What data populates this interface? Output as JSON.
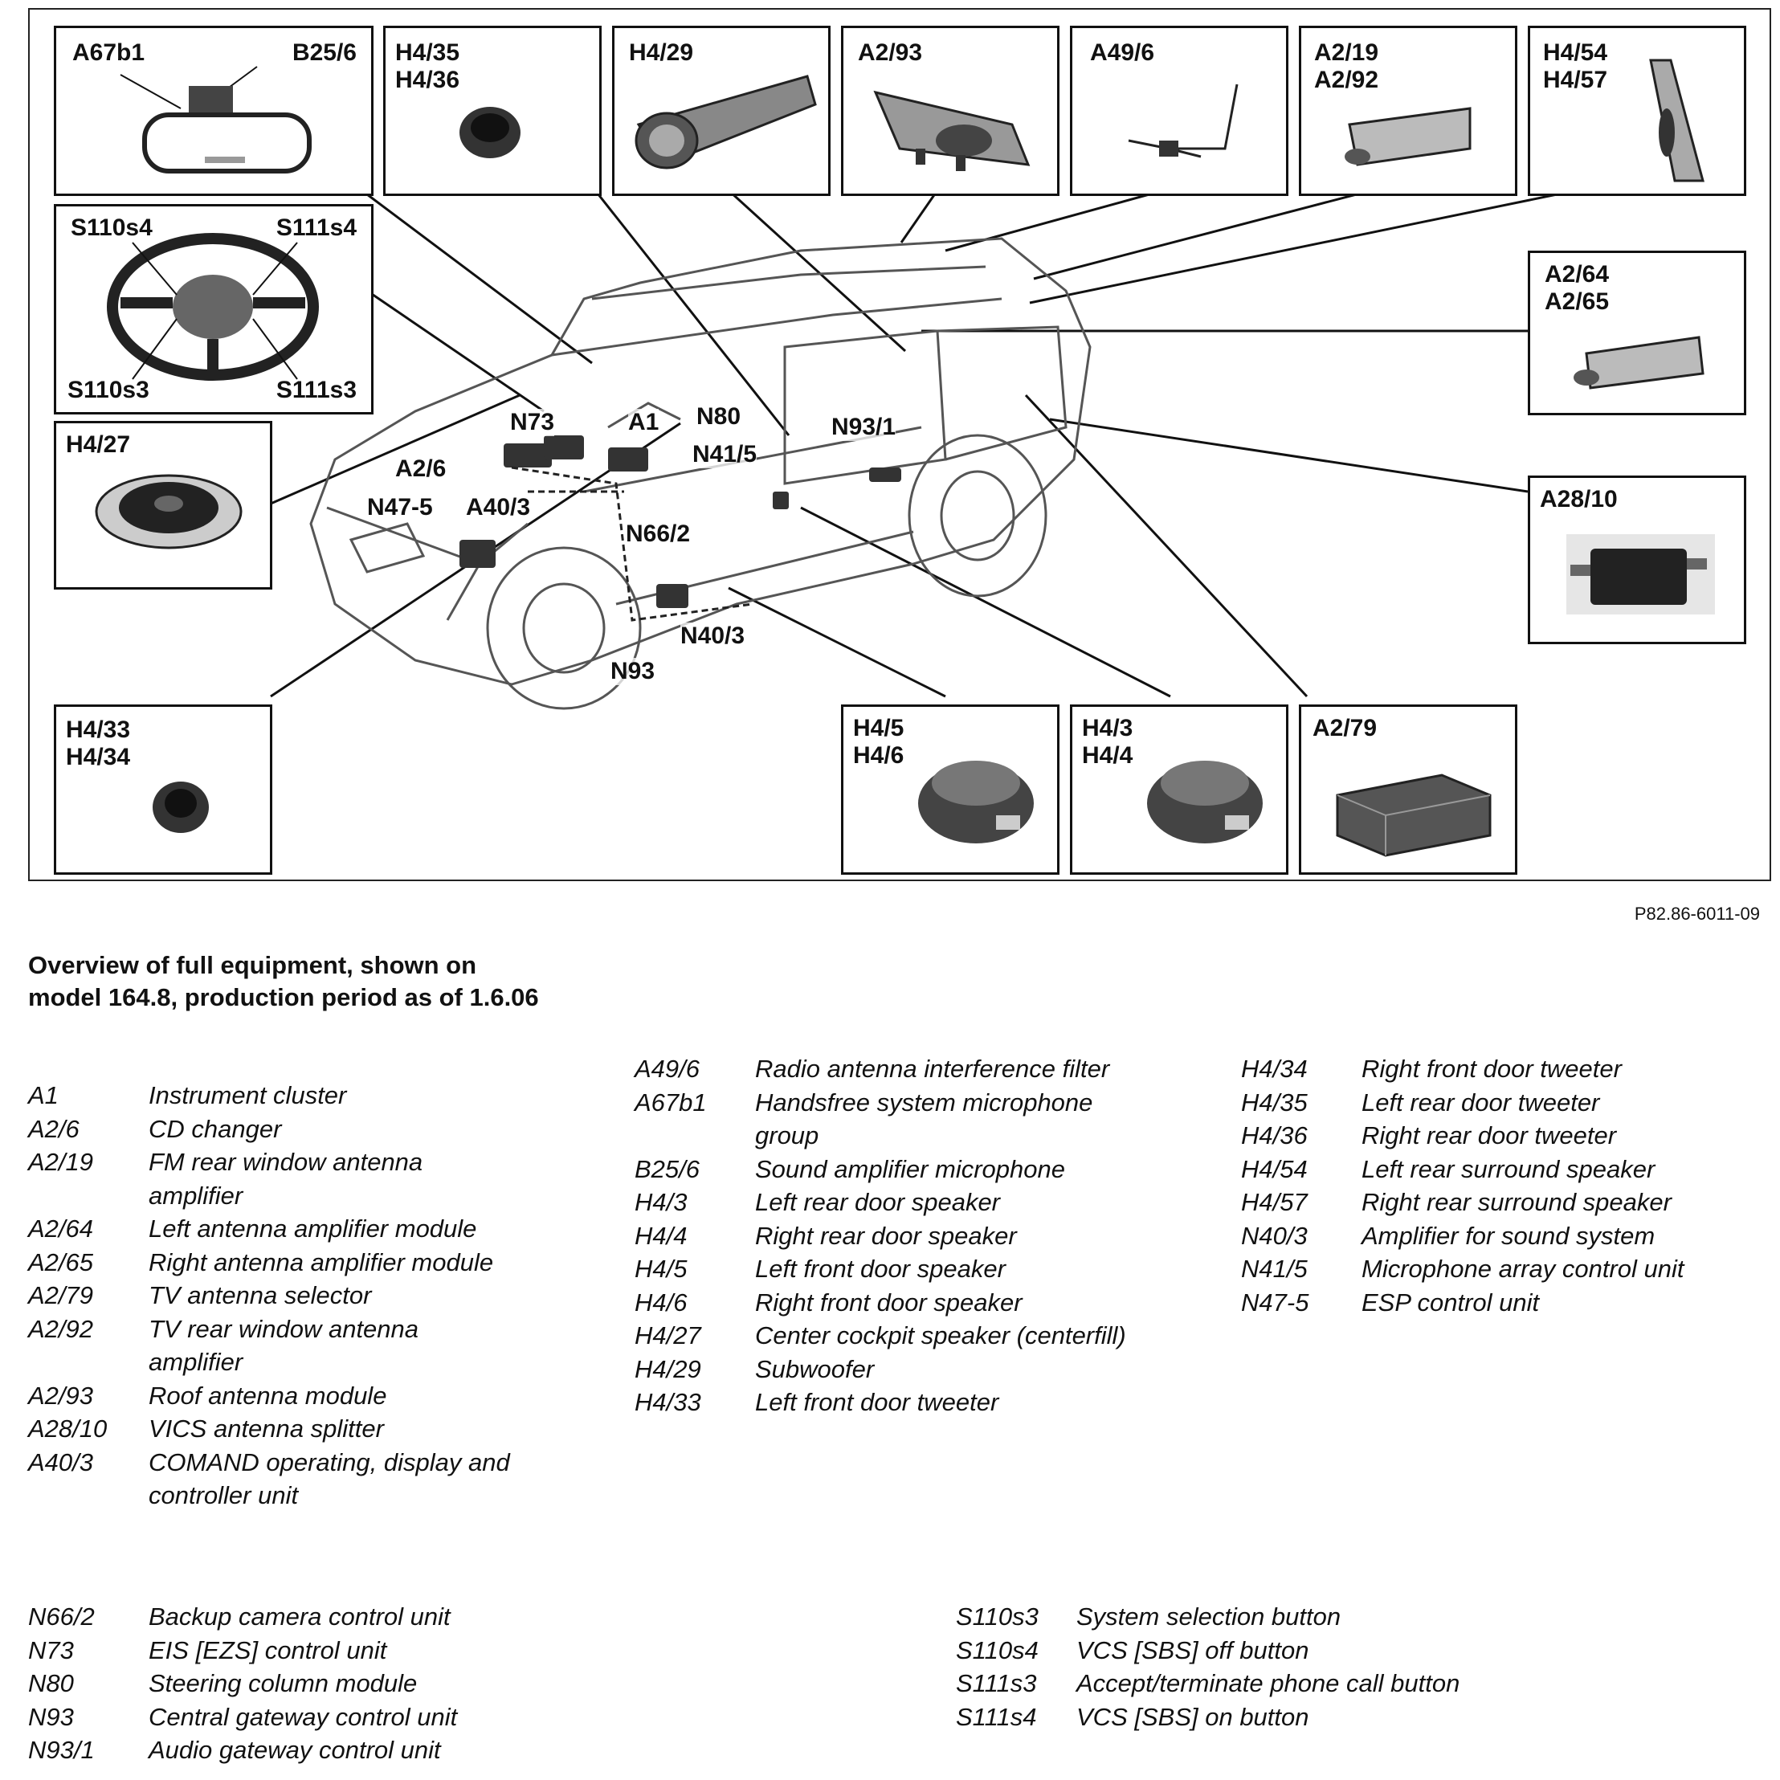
{
  "figure_id": "P82.86-6011-09",
  "caption": "Overview of full equipment, shown on model 164.8, production period as of 1.6.06",
  "callouts": {
    "mirror": {
      "left": "A67b1",
      "right": "B25/6"
    },
    "tweeter_rear": "H4/35\nH4/36",
    "subwoofer": "H4/29",
    "roof_antenna": "A2/93",
    "filter": "A49/6",
    "rear_window_amp": "A2/19\nA2/92",
    "surround": "H4/54\nH4/57",
    "steering": {
      "tl": "S110s4",
      "tr": "S111s4",
      "bl": "S110s3",
      "br": "S111s3"
    },
    "centerfill": "H4/27",
    "antenna_module": "A2/64\nA2/65",
    "vics": "A28/10",
    "tweeter_front": "H4/33\nH4/34",
    "front_speaker": "H4/5\nH4/6",
    "rear_speaker": "H4/3\nH4/4",
    "tv_selector": "A2/79"
  },
  "vehicle_labels": {
    "n73": "N73",
    "a1": "A1",
    "n80": "N80",
    "a2_6": "A2/6",
    "n47_5": "N47-5",
    "a40_3": "A40/3",
    "n41_5": "N41/5",
    "n93_1": "N93/1",
    "n66_2": "N66/2",
    "n40_3": "N40/3",
    "n93": "N93"
  },
  "legend_col1": [
    {
      "code": "A1",
      "desc": "Instrument cluster"
    },
    {
      "code": "A2/6",
      "desc": "CD changer"
    },
    {
      "code": "A2/19",
      "desc": "FM rear window antenna\namplifier"
    },
    {
      "code": "A2/64",
      "desc": "Left antenna amplifier module"
    },
    {
      "code": "A2/65",
      "desc": "Right antenna amplifier module"
    },
    {
      "code": "A2/79",
      "desc": "TV antenna selector"
    },
    {
      "code": "A2/92",
      "desc": "TV rear window antenna\namplifier"
    },
    {
      "code": "A2/93",
      "desc": "Roof antenna module"
    },
    {
      "code": "A28/10",
      "desc": "VICS antenna splitter"
    },
    {
      "code": "A40/3",
      "desc": "COMAND operating, display and\ncontroller unit"
    }
  ],
  "legend_col2": [
    {
      "code": "A49/6",
      "desc": "Radio antenna interference filter"
    },
    {
      "code": "A67b1",
      "desc": "Handsfree system microphone\ngroup"
    },
    {
      "code": "B25/6",
      "desc": "Sound amplifier microphone"
    },
    {
      "code": "H4/3",
      "desc": "Left rear door speaker"
    },
    {
      "code": "H4/4",
      "desc": "Right rear door speaker"
    },
    {
      "code": "H4/5",
      "desc": "Left front door speaker"
    },
    {
      "code": "H4/6",
      "desc": "Right front door speaker"
    },
    {
      "code": "H4/27",
      "desc": "Center cockpit speaker (centerfill)"
    },
    {
      "code": "H4/29",
      "desc": "Subwoofer"
    },
    {
      "code": "H4/33",
      "desc": "Left front door tweeter"
    }
  ],
  "legend_col3": [
    {
      "code": "H4/34",
      "desc": "Right front door tweeter"
    },
    {
      "code": "H4/35",
      "desc": "Left rear door tweeter"
    },
    {
      "code": "H4/36",
      "desc": "Right rear door tweeter"
    },
    {
      "code": "H4/54",
      "desc": "Left rear surround speaker"
    },
    {
      "code": "H4/57",
      "desc": "Right rear surround speaker"
    },
    {
      "code": "N40/3",
      "desc": "Amplifier for sound system"
    },
    {
      "code": "N41/5",
      "desc": "Microphone array control unit"
    },
    {
      "code": "N47-5",
      "desc": "ESP control unit"
    }
  ],
  "legend_col4": [
    {
      "code": "N66/2",
      "desc": "Backup camera control unit"
    },
    {
      "code": "N73",
      "desc": "EIS [EZS] control unit"
    },
    {
      "code": "N80",
      "desc": "Steering column module"
    },
    {
      "code": "N93",
      "desc": "Central gateway control unit"
    },
    {
      "code": "N93/1",
      "desc": "Audio gateway control unit"
    }
  ],
  "legend_col5": [
    {
      "code": "S110s3",
      "desc": "System selection button"
    },
    {
      "code": "S110s4",
      "desc": "VCS [SBS] off button"
    },
    {
      "code": "S111s3",
      "desc": "Accept/terminate phone call button"
    },
    {
      "code": "S111s4",
      "desc": "VCS [SBS] on button"
    }
  ]
}
